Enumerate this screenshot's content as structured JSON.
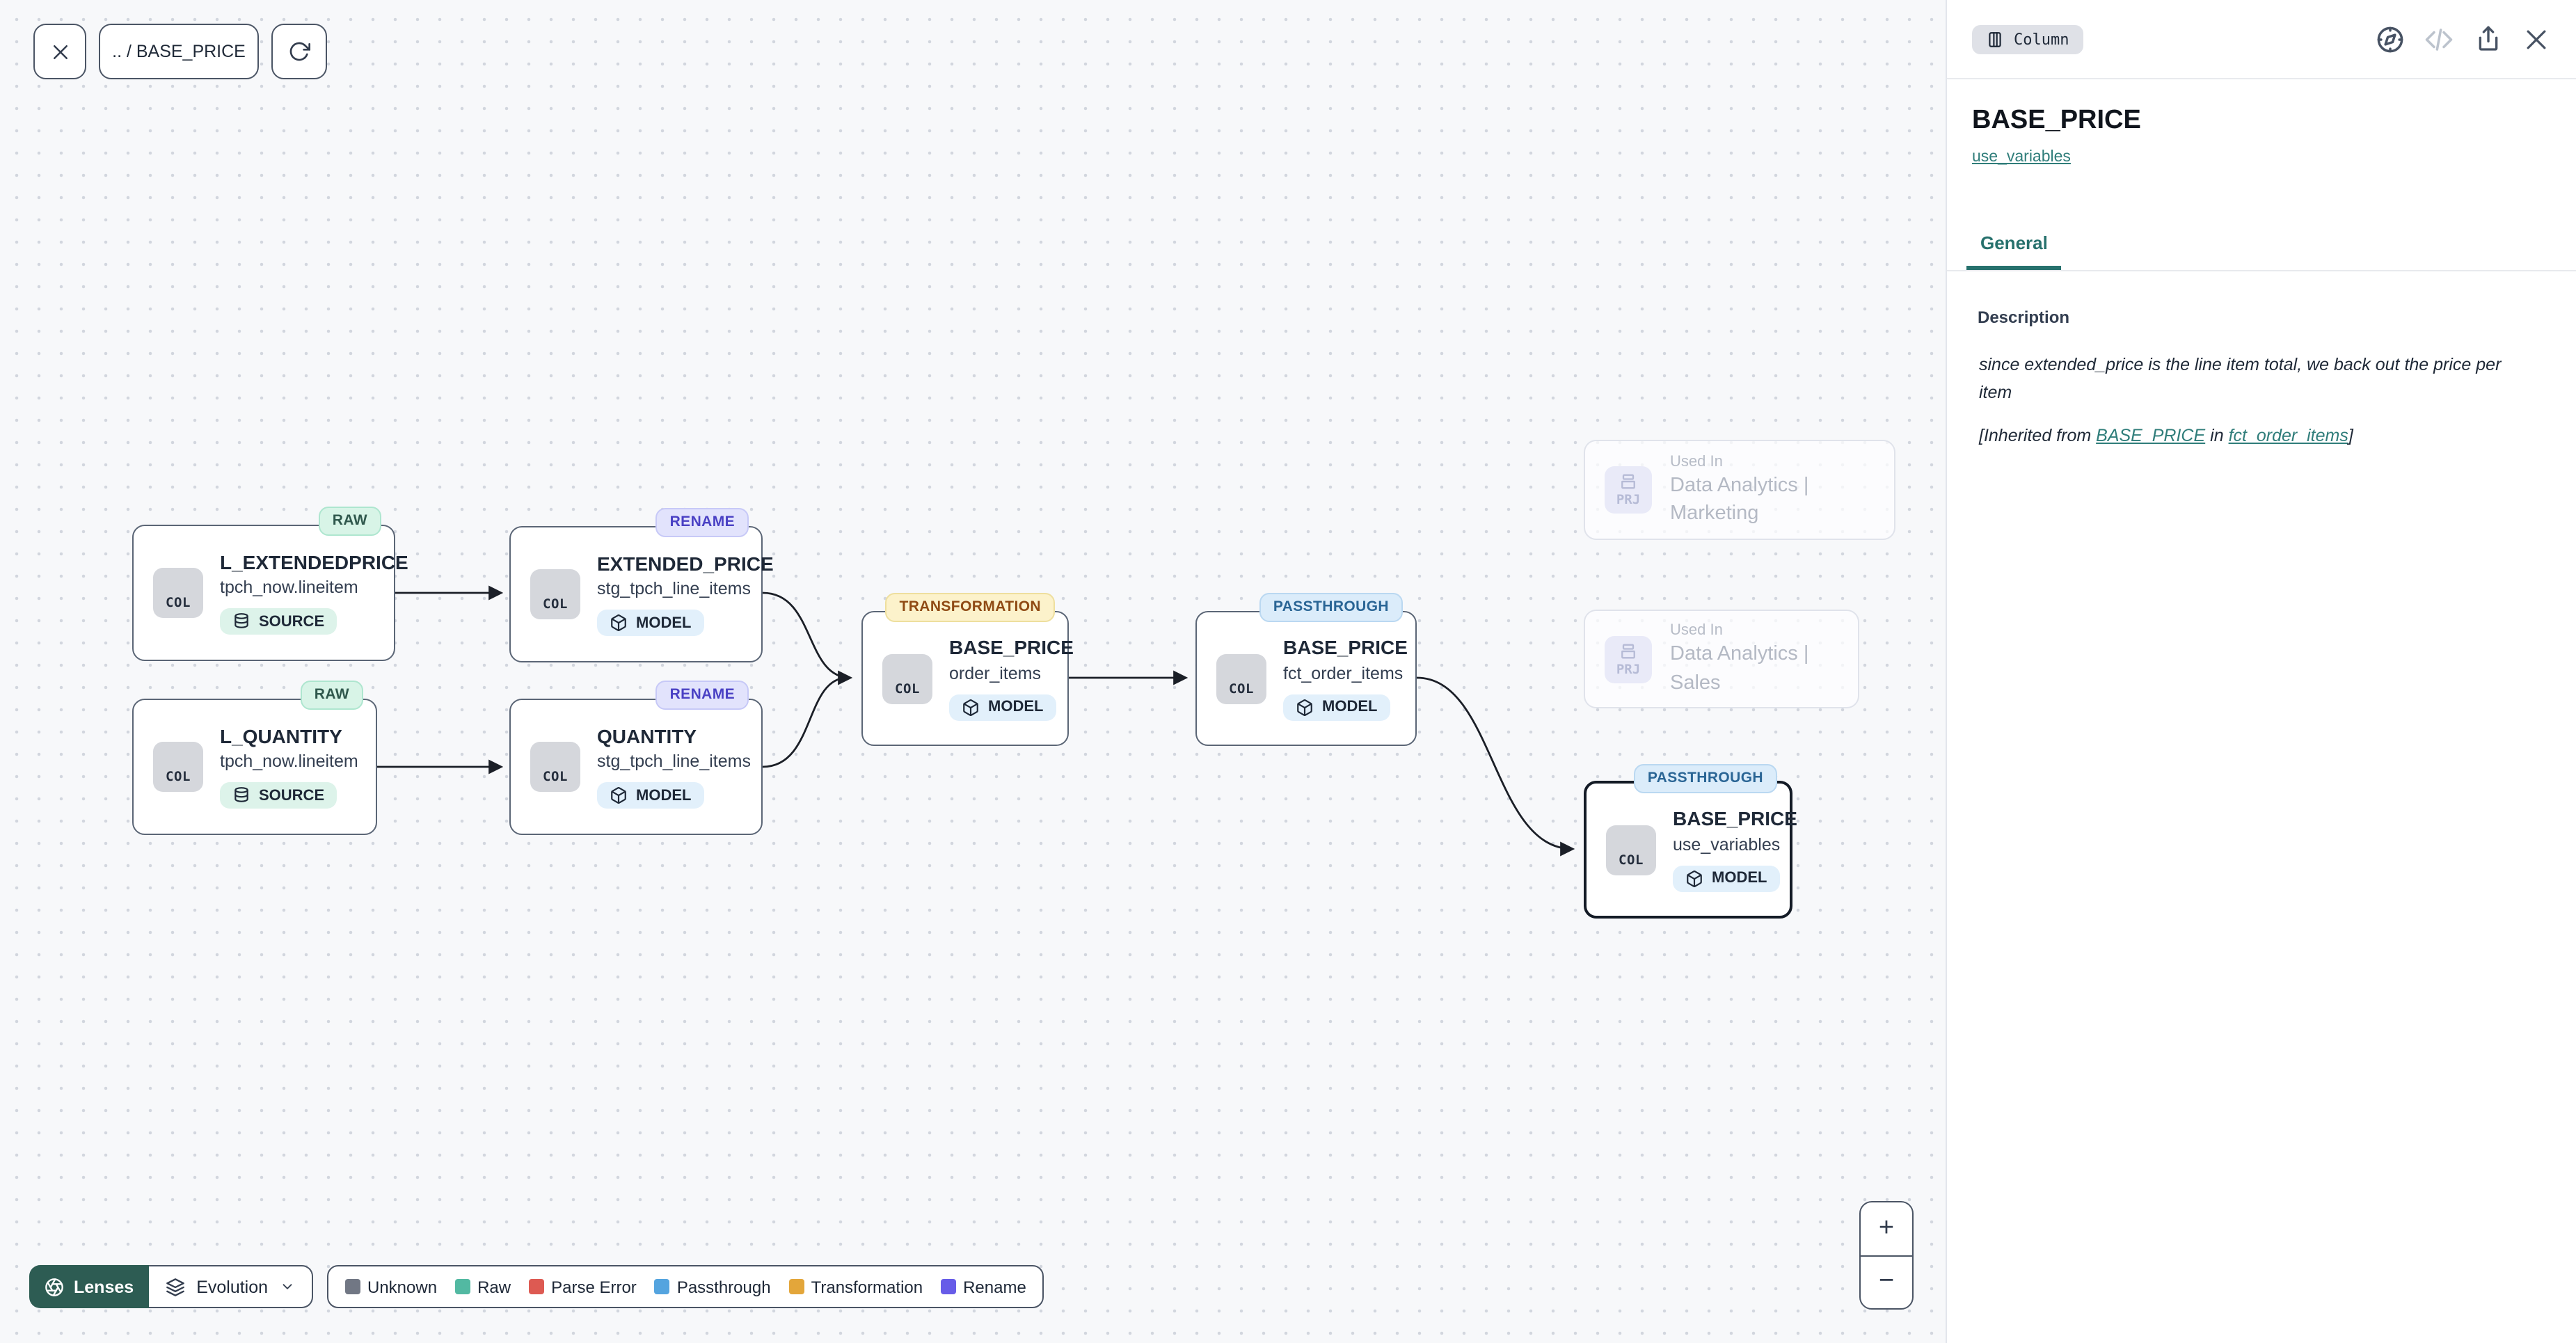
{
  "toolbar": {
    "breadcrumb": ".. / BASE_PRICE"
  },
  "labels": {
    "col": "COL",
    "prj": "PRJ"
  },
  "side_panel": {
    "badge_label": "Column",
    "title": "BASE_PRICE",
    "model_link": "use_variables",
    "tab_general": "General",
    "description_label": "Description",
    "description_text": "since extended_price is the line item total, we back out the price per item",
    "inherited": {
      "prefix": "[Inherited from ",
      "link_column": "BASE_PRICE",
      "middle": " in ",
      "link_model": "fct_order_items",
      "suffix": "]"
    }
  },
  "nodes": {
    "l_extendedprice": {
      "badge": "RAW",
      "name": "L_EXTENDEDPRICE",
      "table": "tpch_now.lineitem",
      "kind": "SOURCE"
    },
    "extended_price": {
      "badge": "RENAME",
      "name": "EXTENDED_PRICE",
      "table": "stg_tpch_line_items",
      "kind": "MODEL"
    },
    "l_quantity": {
      "badge": "RAW",
      "name": "L_QUANTITY",
      "table": "tpch_now.lineitem",
      "kind": "SOURCE"
    },
    "quantity": {
      "badge": "RENAME",
      "name": "QUANTITY",
      "table": "stg_tpch_line_items",
      "kind": "MODEL"
    },
    "base_price_order": {
      "badge": "TRANSFORMATION",
      "name": "BASE_PRICE",
      "table": "order_items",
      "kind": "MODEL"
    },
    "base_price_fct": {
      "badge": "PASSTHROUGH",
      "name": "BASE_PRICE",
      "table": "fct_order_items",
      "kind": "MODEL"
    },
    "base_price_use": {
      "badge": "PASSTHROUGH",
      "name": "BASE_PRICE",
      "table": "use_variables",
      "kind": "MODEL"
    }
  },
  "ghost_nodes": {
    "marketing": {
      "used_in": "Used In",
      "name": "Data Analytics | Marketing"
    },
    "sales": {
      "used_in": "Used In",
      "name": "Data Analytics | Sales"
    }
  },
  "footer": {
    "lenses_label": "Lenses",
    "lens_selected": "Evolution",
    "legend": [
      {
        "label": "Unknown",
        "color": "#717784"
      },
      {
        "label": "Raw",
        "color": "#52b9a2"
      },
      {
        "label": "Parse Error",
        "color": "#dd5a52"
      },
      {
        "label": "Passthrough",
        "color": "#54a4df"
      },
      {
        "label": "Transformation",
        "color": "#e3a63a"
      },
      {
        "label": "Rename",
        "color": "#675ce8"
      }
    ],
    "zoom_in": "+",
    "zoom_out": "−"
  }
}
